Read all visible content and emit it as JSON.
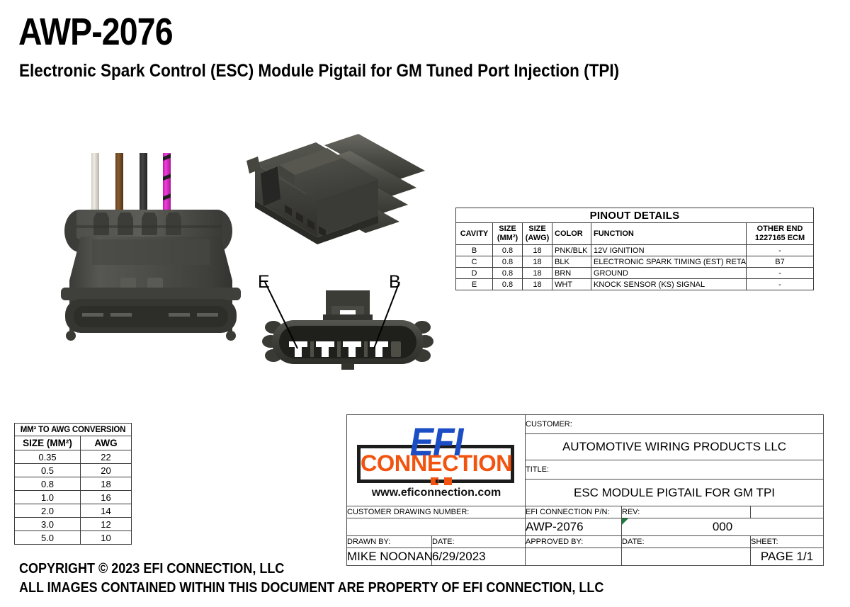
{
  "header": {
    "part_number": "AWP-2076",
    "description": "Electronic Spark Control (ESC) Module Pigtail for GM Tuned Port Injection (TPI)"
  },
  "pinout": {
    "title": "PINOUT DETAILS",
    "columns": {
      "cavity": "CAVITY",
      "size_mm_line1": "SIZE",
      "size_mm_line2": "(MM²)",
      "size_awg_line1": "SIZE",
      "size_awg_line2": "(AWG)",
      "color": "COLOR",
      "function": "FUNCTION",
      "other_end_line1": "OTHER END",
      "other_end_line2": "1227165 ECM"
    },
    "rows": [
      {
        "cavity": "B",
        "size_mm": "0.8",
        "size_awg": "18",
        "color": "PNK/BLK",
        "function": "12V IGNITION",
        "other_end": "-"
      },
      {
        "cavity": "C",
        "size_mm": "0.8",
        "size_awg": "18",
        "color": "BLK",
        "function": "ELECTRONIC SPARK TIMING (EST) RETARD",
        "other_end": "B7"
      },
      {
        "cavity": "D",
        "size_mm": "0.8",
        "size_awg": "18",
        "color": "BRN",
        "function": "GROUND",
        "other_end": "-"
      },
      {
        "cavity": "E",
        "size_mm": "0.8",
        "size_awg": "18",
        "color": "WHT",
        "function": "KNOCK SENSOR (KS) SIGNAL",
        "other_end": "-"
      }
    ]
  },
  "conversion": {
    "title": "MM² TO AWG CONVERSION",
    "col_size": "SIZE (MM²)",
    "col_awg": "AWG",
    "rows": [
      {
        "size": "0.35",
        "awg": "22"
      },
      {
        "size": "0.5",
        "awg": "20"
      },
      {
        "size": "0.8",
        "awg": "18"
      },
      {
        "size": "1.0",
        "awg": "16"
      },
      {
        "size": "2.0",
        "awg": "14"
      },
      {
        "size": "3.0",
        "awg": "12"
      },
      {
        "size": "5.0",
        "awg": "10"
      }
    ]
  },
  "title_block": {
    "logo": {
      "brand_top": "EFI",
      "brand_bottom": "CONNECTION",
      "url": "www.eficonnection.com"
    },
    "customer_label": "CUSTOMER:",
    "customer_value": "AUTOMOTIVE WIRING PRODUCTS LLC",
    "title_label": "TITLE:",
    "title_value": "ESC MODULE PIGTAIL FOR GM TPI",
    "customer_drawing_number_label": "CUSTOMER DRAWING NUMBER:",
    "customer_drawing_number_value": "",
    "efi_pn_label": "EFI CONNECTION P/N:",
    "efi_pn_value": "AWP-2076",
    "rev_label": "REV:",
    "rev_value": "000",
    "drawn_by_label": "DRAWN BY:",
    "drawn_by_value": "MIKE NOONAN",
    "drawn_date_label": "DATE:",
    "drawn_date_value": "6/29/2023",
    "approved_by_label": "APPROVED BY:",
    "approved_by_value": "",
    "approved_date_label": "DATE:",
    "approved_date_value": "",
    "sheet_label": "SHEET:",
    "sheet_value": "PAGE 1/1"
  },
  "callouts": {
    "cavity_e": "E",
    "cavity_b": "B"
  },
  "footer": {
    "line1": "COPYRIGHT © 2023 EFI CONNECTION, LLC",
    "line2": "ALL IMAGES CONTAINED WITHIN THIS DOCUMENT ARE PROPERTY OF EFI CONNECTION, LLC"
  },
  "colors": {
    "wire_white": "#e8e4dc",
    "wire_brown": "#7a5228",
    "wire_black": "#3a3a3a",
    "wire_pink": "#e833d0",
    "connector_body": "#4a4a46",
    "logo_blue": "#1b4ec4",
    "logo_orange": "#f2530f",
    "rev_flag_green": "#1f7a3d"
  }
}
